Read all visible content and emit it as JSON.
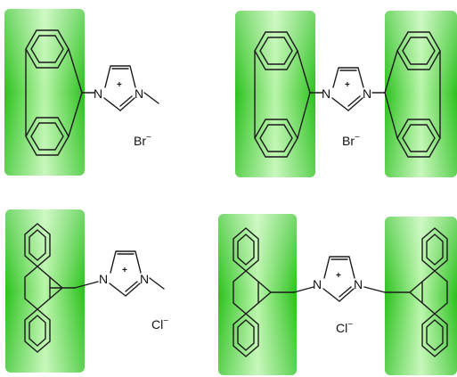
{
  "atoms": {
    "nitrogen": "N",
    "plus": "+"
  },
  "counterions": {
    "bromide": "Br",
    "chloride": "Cl",
    "minus": "−"
  },
  "colors": {
    "highlight_light": "#b8f5a8",
    "highlight_mid": "#5ee04a",
    "highlight_dark": "#2bc21d"
  }
}
